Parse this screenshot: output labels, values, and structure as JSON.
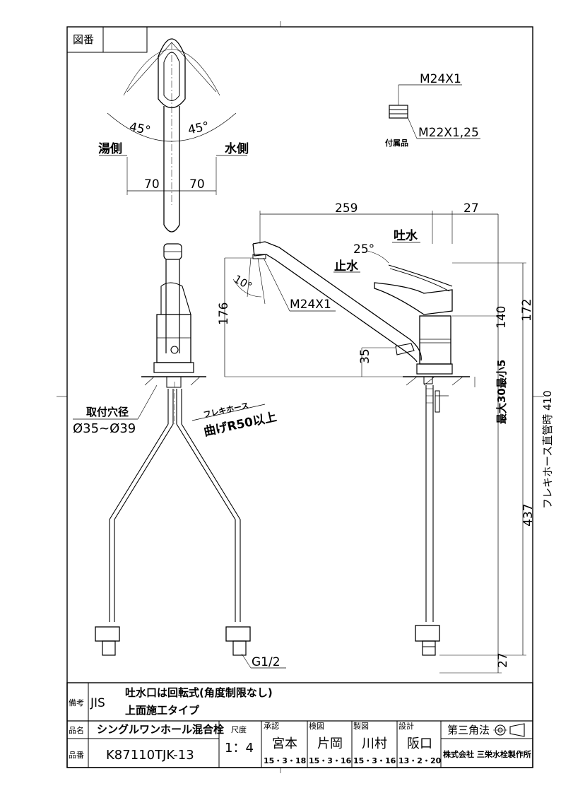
{
  "drawing_no_label": "図番",
  "top_view": {
    "angle_left": "45°",
    "angle_right": "45°",
    "hot_side": "湯側",
    "cold_side": "水側",
    "dim_left": "70",
    "dim_right": "70"
  },
  "accessory": {
    "thread_top": "M24X1",
    "thread_bottom": "M22X1,25",
    "label": "付属品"
  },
  "side_view": {
    "dim_259": "259",
    "dim_27_top": "27",
    "angle_25": "25°",
    "water_out": "吐水",
    "water_stop": "止水",
    "angle_10": "10°",
    "outlet_thread": "M24X1",
    "dim_176": "176",
    "dim_140": "140",
    "dim_172": "172",
    "dim_35": "35",
    "counter_max": "最大30最小5",
    "hose_straight": "フレキホース直管時 410",
    "dim_437": "437",
    "dim_27_bottom": "27"
  },
  "front_view": {
    "hole_label": "取付穴径",
    "hole_size": "Ø35~Ø39",
    "hose_label": "フレキホース",
    "hose_bend": "曲げR50以上",
    "connection": "G1/2"
  },
  "title_block": {
    "remarks_label": "備考",
    "remarks_std": "JIS",
    "note1": "吐水口は回転式(角度制限なし)",
    "note2": "上面施工タイプ",
    "name_label": "品名",
    "name_value": "シングルワンホール混合栓",
    "number_label": "品番",
    "number_value": "K87110TJK-13",
    "scale_label": "尺度",
    "scale_value": "1：4",
    "approve_label": "承認",
    "approve_name": "宮本",
    "approve_date": "15・3・18",
    "check_label": "検図",
    "check_name": "片岡",
    "check_date": "15・3・16",
    "draw_label": "製図",
    "draw_name": "川村",
    "draw_date": "15・3・16",
    "design_label": "設計",
    "design_name": "阪口",
    "design_date": "13・2・20",
    "projection": "第三角法",
    "company": "株式会社 三栄水栓製作所"
  }
}
